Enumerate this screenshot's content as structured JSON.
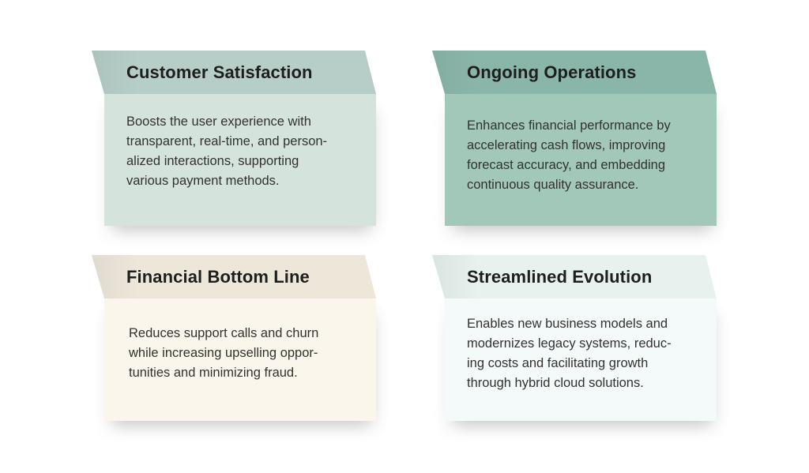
{
  "background_color": "#ffffff",
  "text_colors": {
    "title": "#1e1e1c",
    "body": "#32322f"
  },
  "cards": [
    {
      "id": "customer-satisfaction",
      "title": "Customer Satisfaction",
      "description": "Boosts the user experience with\ntransparent, real-time, and person-\nalized interactions, supporting\nvarious payment methods.",
      "header_color": "#b6cec7",
      "body_color": "#d4e4dd"
    },
    {
      "id": "ongoing-operations",
      "title": "Ongoing Operations",
      "description": "Enhances financial performance by\naccelerating cash flows, improving\nforecast accuracy, and embedding\ncontinuous quality assurance.",
      "header_color": "#8ab6a9",
      "body_color": "#a2c8ba"
    },
    {
      "id": "financial-bottom-line",
      "title": "Financial Bottom Line",
      "description": "Reduces support calls and churn\nwhile increasing upselling oppor-\ntunities and minimizing fraud.",
      "header_color": "#ede7da",
      "body_color": "#faf6eb"
    },
    {
      "id": "streamlined-evolution",
      "title": "Streamlined Evolution",
      "description": "Enables new business models and\nmodernizes legacy systems, reduc-\ning costs and facilitating growth\nthrough hybrid cloud solutions.",
      "header_color": "#e7f1ee",
      "body_color": "#f4f9fa"
    }
  ]
}
